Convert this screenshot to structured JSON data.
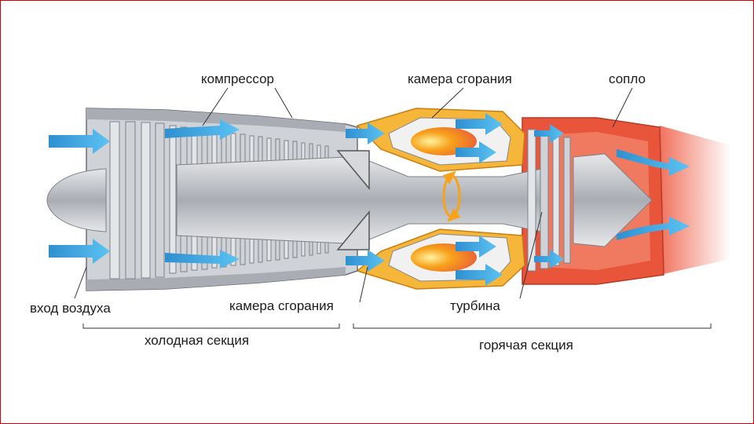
{
  "labels": {
    "compressor": "компрессор",
    "combustion_top": "камера сгорания",
    "nozzle": "сопло",
    "air_intake": "вход воздуха",
    "combustion_bottom": "камера сгорания",
    "turbine": "турбина"
  },
  "sections": {
    "cold": "холодная секция",
    "hot": "горячая секция"
  },
  "colors": {
    "frame": "#d40000",
    "airflow": "#3aa6e0",
    "hot_section": "#e8553a",
    "flame": "#f7a21b",
    "metal": "#b8bcc2"
  },
  "icons": {
    "flow_arrow": "arrow-right-icon",
    "rotation": "rotation-arrow-icon"
  }
}
